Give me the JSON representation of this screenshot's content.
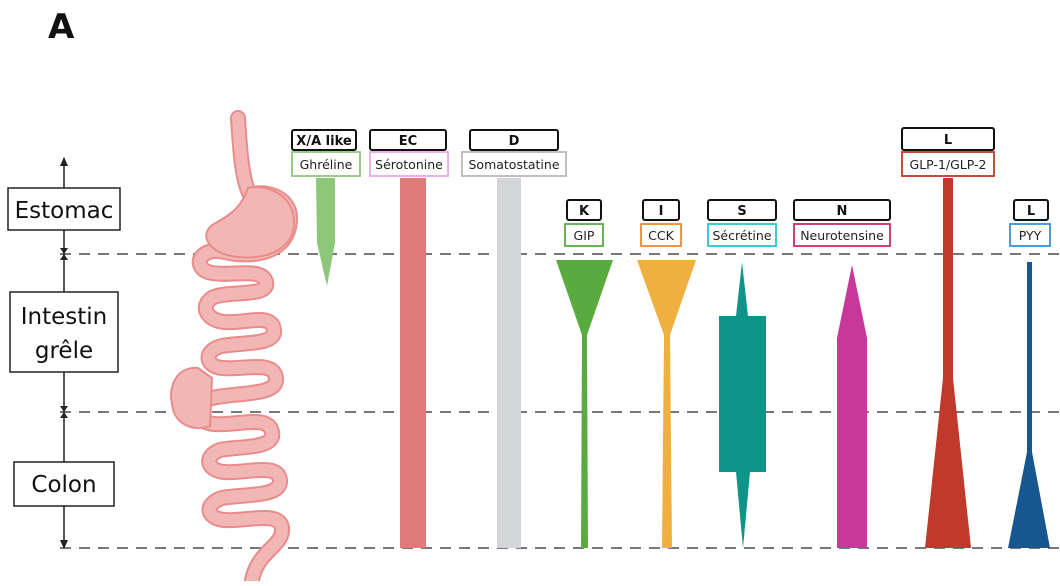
{
  "panel_label": "A",
  "regions": [
    {
      "label": "Estomac"
    },
    {
      "label": "Intestin\ngrêle"
    },
    {
      "label": "Colon"
    }
  ],
  "cells": [
    {
      "type": "X/A like",
      "hormone": "Ghréline",
      "color": "#8fc77a"
    },
    {
      "type": "EC",
      "hormone": "Sérotonine",
      "color": "#e07a7a",
      "border": "#e8a9e8"
    },
    {
      "type": "D",
      "hormone": "Somatostatine",
      "color": "#d3d5d8",
      "border": "#b8b8b8"
    },
    {
      "type": "K",
      "hormone": "GIP",
      "color": "#5aab3f"
    },
    {
      "type": "I",
      "hormone": "CCK",
      "color": "#f0b040",
      "border": "#e88b30"
    },
    {
      "type": "S",
      "hormone": "Sécrétine",
      "color": "#0e9488",
      "border": "#28c4cc"
    },
    {
      "type": "N",
      "hormone": "Neurotensine",
      "color": "#c7389a",
      "border": "#d02a6a"
    },
    {
      "type": "L",
      "hormone": "GLP-1/GLP-2",
      "color": "#c0392b"
    },
    {
      "type": "L",
      "hormone": "PYY",
      "color": "#165790",
      "border": "#3a90d8"
    }
  ],
  "colors": {
    "gut_fill": "#f2b6b4",
    "gut_stroke": "#e88c8c",
    "dashed": "#666666",
    "axis": "#222222"
  }
}
